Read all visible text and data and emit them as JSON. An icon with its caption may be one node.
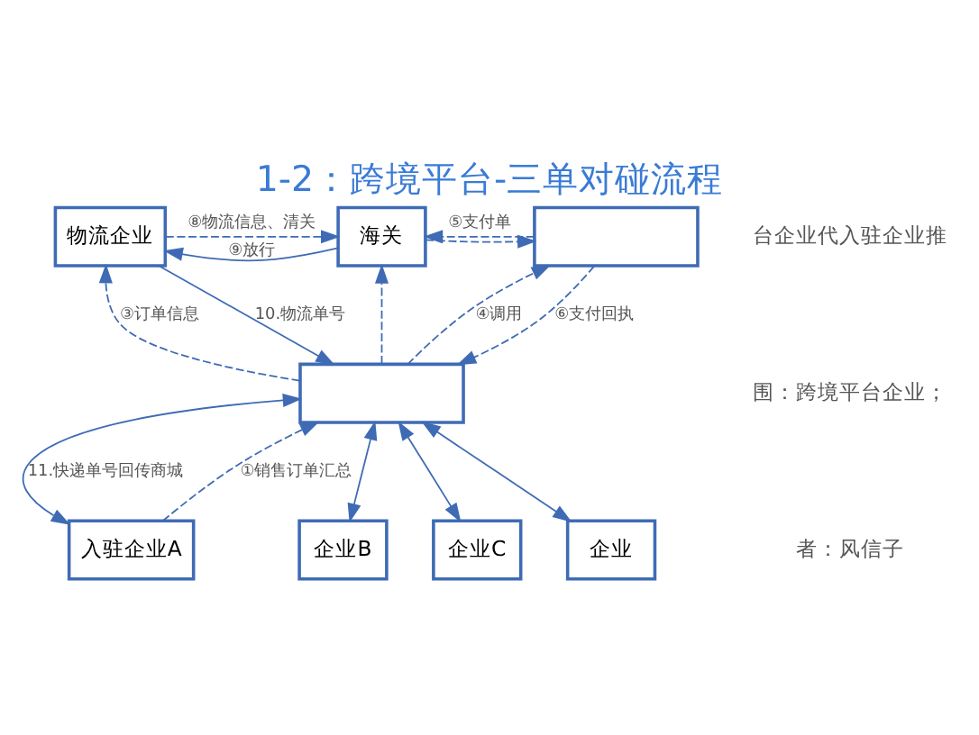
{
  "diagram": {
    "title": "1-2：跨境平台-三单对碰流程",
    "nodes": [
      {
        "text": [
          "物流企业"
        ]
      },
      {
        "text": [
          "海关"
        ]
      },
      {
        "text": [],
        "shape": "box"
      },
      {
        "text": [],
        "shape": "box"
      },
      {
        "text": [
          "入驻企业A"
        ]
      },
      {
        "text": [
          "企业B"
        ]
      },
      {
        "text": [
          "企业C"
        ]
      },
      {
        "text": [
          "企业"
        ]
      }
    ],
    "edges": [
      {
        "from": 1,
        "to": 0,
        "arrow": "to",
        "label": "⑨放行"
      },
      {
        "from": 0,
        "to": 1,
        "arrow": "to",
        "label": "⑧物流信息、清关",
        "style": "dashed"
      },
      {
        "from": 1,
        "to": 2,
        "arrow": "to",
        "style": "dashed"
      },
      {
        "from": 2,
        "to": 1,
        "arrow": "to",
        "label": "⑤支付单",
        "style": "dashed"
      },
      {
        "from": 3,
        "to": 0,
        "arrow": "to",
        "label": "③订单信息",
        "style": "dashed"
      },
      {
        "from": 0,
        "to": 3,
        "arrow": "to",
        "label": "10.物流单号"
      },
      {
        "from": 3,
        "to": 1,
        "arrow": "to",
        "style": "dashed"
      },
      {
        "from": 2,
        "to": 3,
        "arrow": "to",
        "label": "⑥支付回执",
        "style": "dashed"
      },
      {
        "from": 3,
        "to": 2,
        "arrow": "to",
        "label": "④调用",
        "style": "dashed"
      },
      {
        "from": 3,
        "to": 4,
        "arrow": "both",
        "label": "11.快递单号回传商城"
      },
      {
        "from": 3,
        "to": 5,
        "arrow": "both"
      },
      {
        "from": 3,
        "to": 6,
        "arrow": "both"
      },
      {
        "from": 3,
        "to": 7,
        "arrow": "both"
      },
      {
        "from": 4,
        "to": 3,
        "arrow": "to",
        "label": "①销售订单汇总",
        "style": "dashed"
      }
    ],
    "labels": [
      "台企业代入驻企业推",
      "围：跨境平台企业；",
      "者：风信子"
    ]
  }
}
